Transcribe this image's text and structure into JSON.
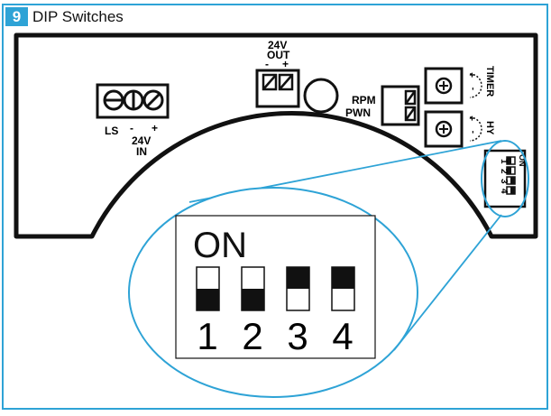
{
  "header": {
    "number": "9",
    "title": "DIP Switches"
  },
  "colors": {
    "accent": "#2ea3d6",
    "ink": "#111111",
    "background": "#ffffff"
  },
  "board": {
    "out_label_1": "24V",
    "out_label_2": "OUT",
    "out_minus": "-",
    "out_plus": "+",
    "ls_label": "LS",
    "in_minus": "-",
    "in_plus": "+",
    "in_label_1": "24V",
    "in_label_2": "IN",
    "rpm_label": "RPM",
    "pwn_label": "PWN",
    "timer_label": "TIMER",
    "hy_label": "HY",
    "pot_minus": "-",
    "pot_plus": "+",
    "dip_on": "ON"
  },
  "dip": {
    "on_label": "ON",
    "switches": [
      {
        "number": "1",
        "state": "off"
      },
      {
        "number": "2",
        "state": "off"
      },
      {
        "number": "3",
        "state": "on"
      },
      {
        "number": "4",
        "state": "on"
      }
    ]
  }
}
